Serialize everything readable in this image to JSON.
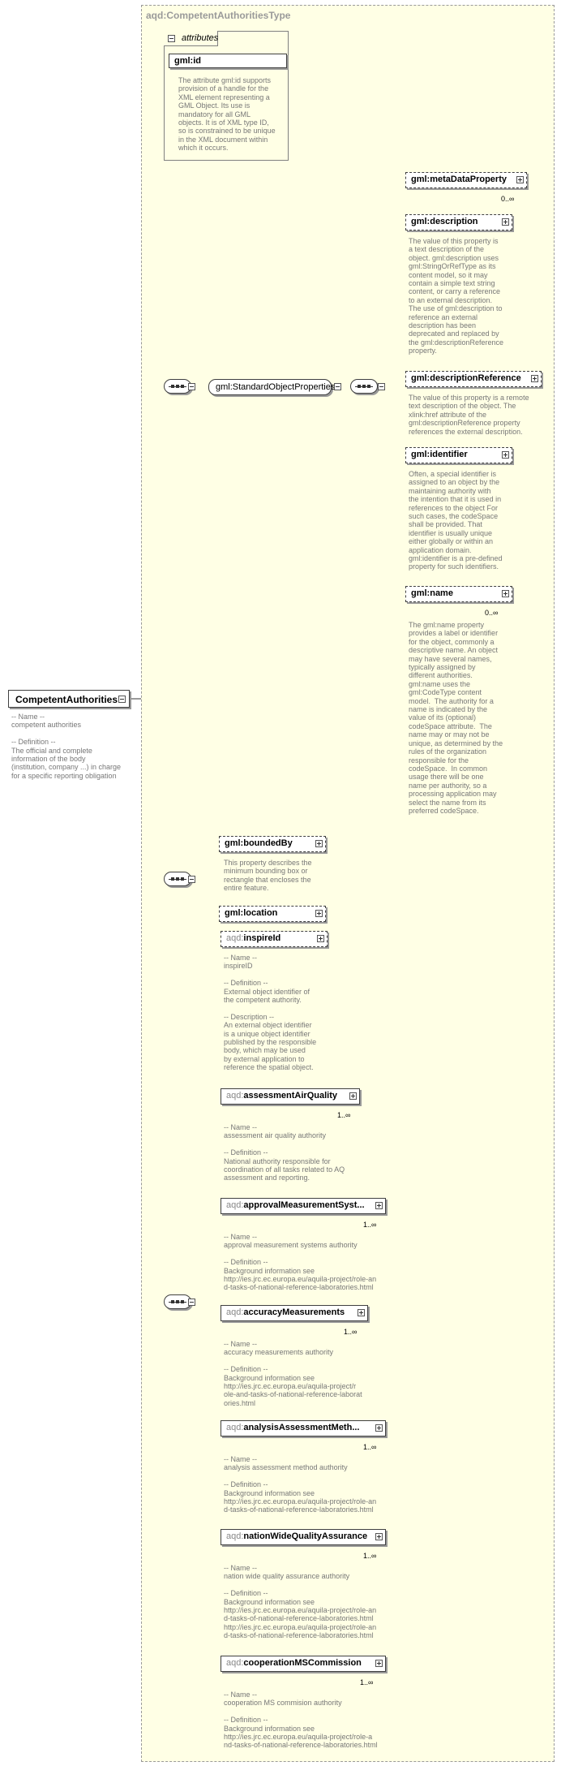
{
  "type_title": "aqd:CompetentAuthoritiesType",
  "attributes_label": "attributes",
  "attribute": {
    "name": "gml:id",
    "doc": "The attribute gml:id supports\nprovision of a handle for the\nXML element representing a\nGML Object. Its use is\nmandatory for all GML\nobjects. It is of XML type ID,\nso is constrained to be unique\nin the XML document within\nwhich it occurs."
  },
  "root": {
    "name": "CompetentAuthorities",
    "doc": "-- Name --\ncompetent authorities\n\n-- Definition --\nThe official and complete\ninformation of the body\n(institution, company ...) in charge\nfor a specific reporting obligation"
  },
  "group_ref": "gml:StandardObjectProperties",
  "standard_props": [
    {
      "name": "gml:metaDataProperty",
      "card": "0..∞",
      "doc": ""
    },
    {
      "name": "gml:description",
      "card": "",
      "doc": "The value of this property is\na text description of the\nobject. gml:description uses\ngml:StringOrRefType as its\ncontent model, so it may\ncontain a simple text string\ncontent, or carry a reference\nto an external description.\nThe use of gml:description to\nreference an external\ndescription has been\ndeprecated and replaced by\nthe gml:descriptionReference\nproperty."
    },
    {
      "name": "gml:descriptionReference",
      "card": "",
      "doc": "The value of this property is a remote\ntext description of the object. The\nxlink:href attribute of the\ngml:descriptionReference property\nreferences the external description."
    },
    {
      "name": "gml:identifier",
      "card": "",
      "doc": "Often, a special identifier is\nassigned to an object by the\nmaintaining authority with\nthe intention that it is used in\nreferences to the object For\nsuch cases, the codeSpace\nshall be provided. That\nidentifier is usually unique\neither globally or within an\napplication domain.\ngml:identifier is a pre-defined\nproperty for such identifiers."
    },
    {
      "name": "gml:name",
      "card": "0..∞",
      "doc": "The gml:name property\nprovides a label or identifier\nfor the object, commonly a\ndescriptive name. An object\nmay have several names,\ntypically assigned by\ndifferent authorities.\ngml:name uses the\ngml:CodeType content\nmodel.  The authority for a\nname is indicated by the\nvalue of its (optional)\ncodeSpace attribute.  The\nname may or may not be\nunique, as determined by the\nrules of the organization\nresponsible for the\ncodeSpace.  In common\nusage there will be one\nname per authority, so a\nprocessing application may\nselect the name from its\npreferred codeSpace."
    }
  ],
  "bounded": [
    {
      "name": "gml:boundedBy",
      "doc": "This property describes the\nminimum bounding box or\nrectangle that encloses the\nentire feature."
    },
    {
      "name": "gml:location",
      "doc": ""
    }
  ],
  "aqd_elements": [
    {
      "prefix": "aqd:",
      "name": "inspireId",
      "card": "",
      "dashed": true,
      "doc": "-- Name --\ninspireID\n\n-- Definition --\nExternal object identifier of\nthe competent authority.\n\n-- Description --\nAn external object identifier\nis a unique object identifier\npublished by the responsible\nbody, which may be used\nby external application to\nreference the spatial object."
    },
    {
      "prefix": "aqd:",
      "name": "assessmentAirQuality",
      "card": "1..∞",
      "dashed": false,
      "doc": "-- Name --\nassessment air quality authority\n\n-- Definition --\nNational authority responsible for\ncoordination of all tasks related to AQ\nassessment and reporting."
    },
    {
      "prefix": "aqd:",
      "name": "approvalMeasurementSyst...",
      "card": "1..∞",
      "dashed": false,
      "doc": "-- Name --\napproval measurement systems authority\n\n-- Definition --\nBackground information see\nhttp://ies.jrc.ec.europa.eu/aquila-project/role-an\nd-tasks-of-national-reference-laboratories.html"
    },
    {
      "prefix": "aqd:",
      "name": "accuracyMeasurements",
      "card": "1..∞",
      "dashed": false,
      "doc": "-- Name --\naccuracy measurements authority\n\n-- Definition --\nBackground information see\nhttp://ies.jrc.ec.europa.eu/aquila-project/r\nole-and-tasks-of-national-reference-laborat\nories.html"
    },
    {
      "prefix": "aqd:",
      "name": "analysisAssessmentMeth...",
      "card": "1..∞",
      "dashed": false,
      "doc": "-- Name --\nanalysis assessment method authority\n\n-- Definition --\nBackground information see\nhttp://ies.jrc.ec.europa.eu/aquila-project/role-an\nd-tasks-of-national-reference-laboratories.html"
    },
    {
      "prefix": "aqd:",
      "name": "nationWideQualityAssurance",
      "card": "1..∞",
      "dashed": false,
      "doc": "-- Name --\nnation wide quality assurance authority\n\n-- Definition --\nBackground information see\nhttp://ies.jrc.ec.europa.eu/aquila-project/role-an\nd-tasks-of-national-reference-laboratories.html\nhttp://ies.jrc.ec.europa.eu/aquila-project/role-an\nd-tasks-of-national-reference-laboratories.html"
    },
    {
      "prefix": "aqd:",
      "name": "cooperationMSCommission",
      "card": "1..∞",
      "dashed": false,
      "doc": "-- Name --\ncooperation MS commision authority\n\n-- Definition --\nBackground information see\nhttp://ies.jrc.ec.europa.eu/aquila-project/role-a\nnd-tasks-of-national-reference-laboratories.html"
    }
  ]
}
